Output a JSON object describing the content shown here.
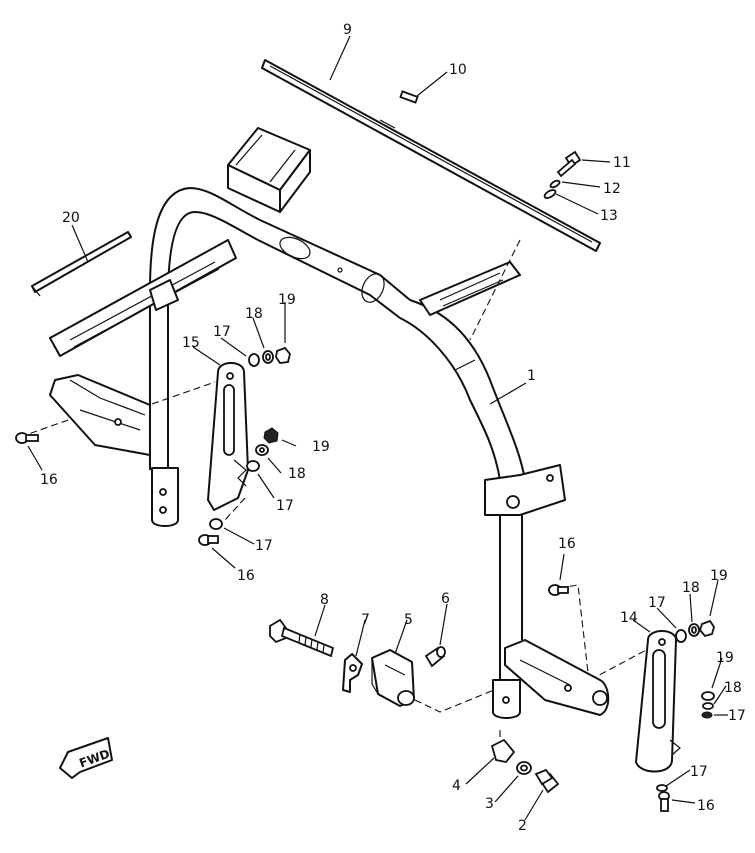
{
  "diagram": {
    "labels": {
      "p1": "1",
      "p2": "2",
      "p3": "3",
      "p4": "4",
      "p5": "5",
      "p6": "6",
      "p7": "7",
      "p8": "8",
      "p9": "9",
      "p10": "10",
      "p11": "11",
      "p12": "12",
      "p13": "13",
      "p14": "14",
      "p15": "15",
      "p16a": "16",
      "p16b": "16",
      "p16c": "16",
      "p16d": "16",
      "p17a": "17",
      "p17b": "17",
      "p17c": "17",
      "p17d": "17",
      "p17e": "17",
      "p17f": "17",
      "p18a": "18",
      "p18b": "18",
      "p18c": "18",
      "p18d": "18",
      "p19a": "19",
      "p19b": "19",
      "p19c": "19",
      "p19d": "19",
      "p20": "20"
    },
    "fwd_label": "FWD"
  }
}
